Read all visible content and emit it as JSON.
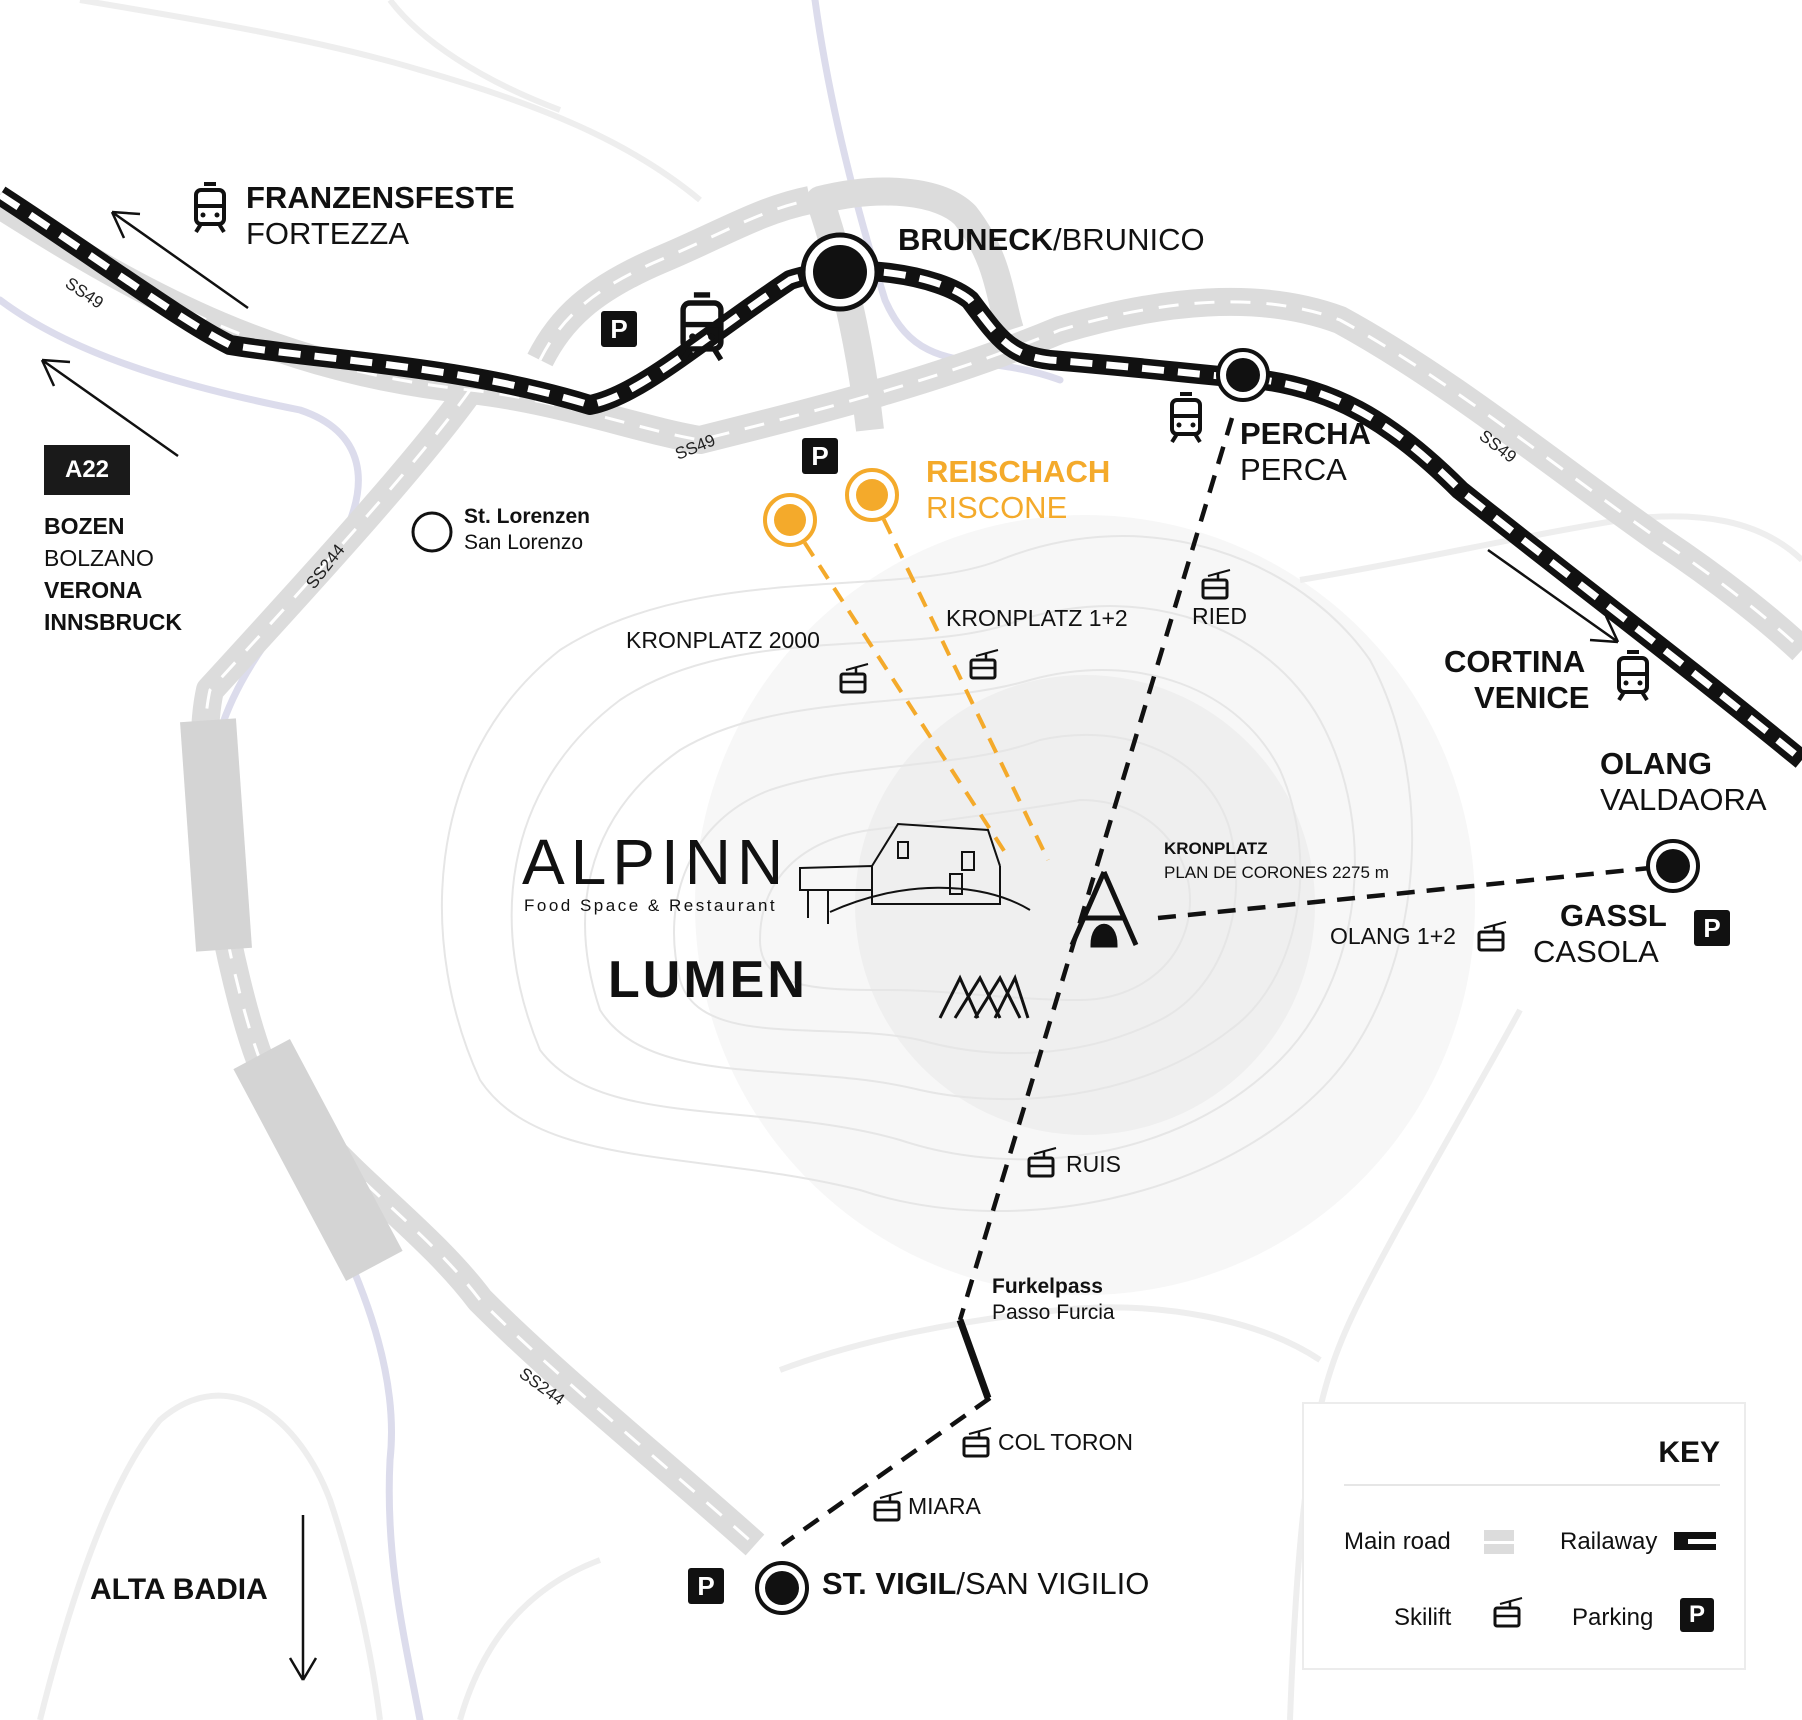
{
  "places": {
    "franzensfeste_de": "FRANZENSFESTE",
    "franzensfeste_it": "FORTEZZA",
    "bruneck_de": "BRUNECK",
    "bruneck_it": "/BRUNICO",
    "percha_de": "PERCHA",
    "percha_it": "PERCA",
    "reischach_de": "REISCHACH",
    "reischach_it": "RISCONE",
    "lorenzen_de": "St. Lorenzen",
    "lorenzen_it": "San Lorenzo",
    "cortina": "CORTINA",
    "venice": "VENICE",
    "olang_de": "OLANG",
    "olang_it": "VALDAORA",
    "gassl_de": "GASSL",
    "gassl_it": "CASOLA",
    "kronplatz_de": "KRONPLATZ",
    "kronplatz_it": "PLAN DE CORONES 2275 m",
    "furkelpass_de": "Furkelpass",
    "furkelpass_it": "Passo Furcia",
    "vigil_de": "ST. VIGIL",
    "vigil_it": "/SAN VIGILIO",
    "alta_badia": "ALTA BADIA",
    "bozen": "BOZEN",
    "bolzano": "BOLZANO",
    "verona": "VERONA",
    "innsbruck": "INNSBRUCK"
  },
  "roads": {
    "ss49": "SS49",
    "ss244": "SS244",
    "a22": "A22"
  },
  "lifts": {
    "kronplatz2000": "KRONPLATZ 2000",
    "kronplatz12": "KRONPLATZ 1+2",
    "ried": "RIED",
    "olang12": "OLANG 1+2",
    "ruis": "RUIS",
    "col_toron": "COL TORON",
    "miara": "MIARA"
  },
  "parking_symbol": "P",
  "logos": {
    "alpinn": "ALPINN",
    "alpinn_sub": "Food Space & Restaurant",
    "lumen": "LUMEN"
  },
  "key": {
    "title": "KEY",
    "main_road": "Main road",
    "railway": "Railaway",
    "skilift": "Skilift",
    "parking": "Parking"
  },
  "colors": {
    "accent": "#f4aa2b",
    "road": "#dcdcdc",
    "rail": "#111111",
    "river": "#dcdcec"
  }
}
